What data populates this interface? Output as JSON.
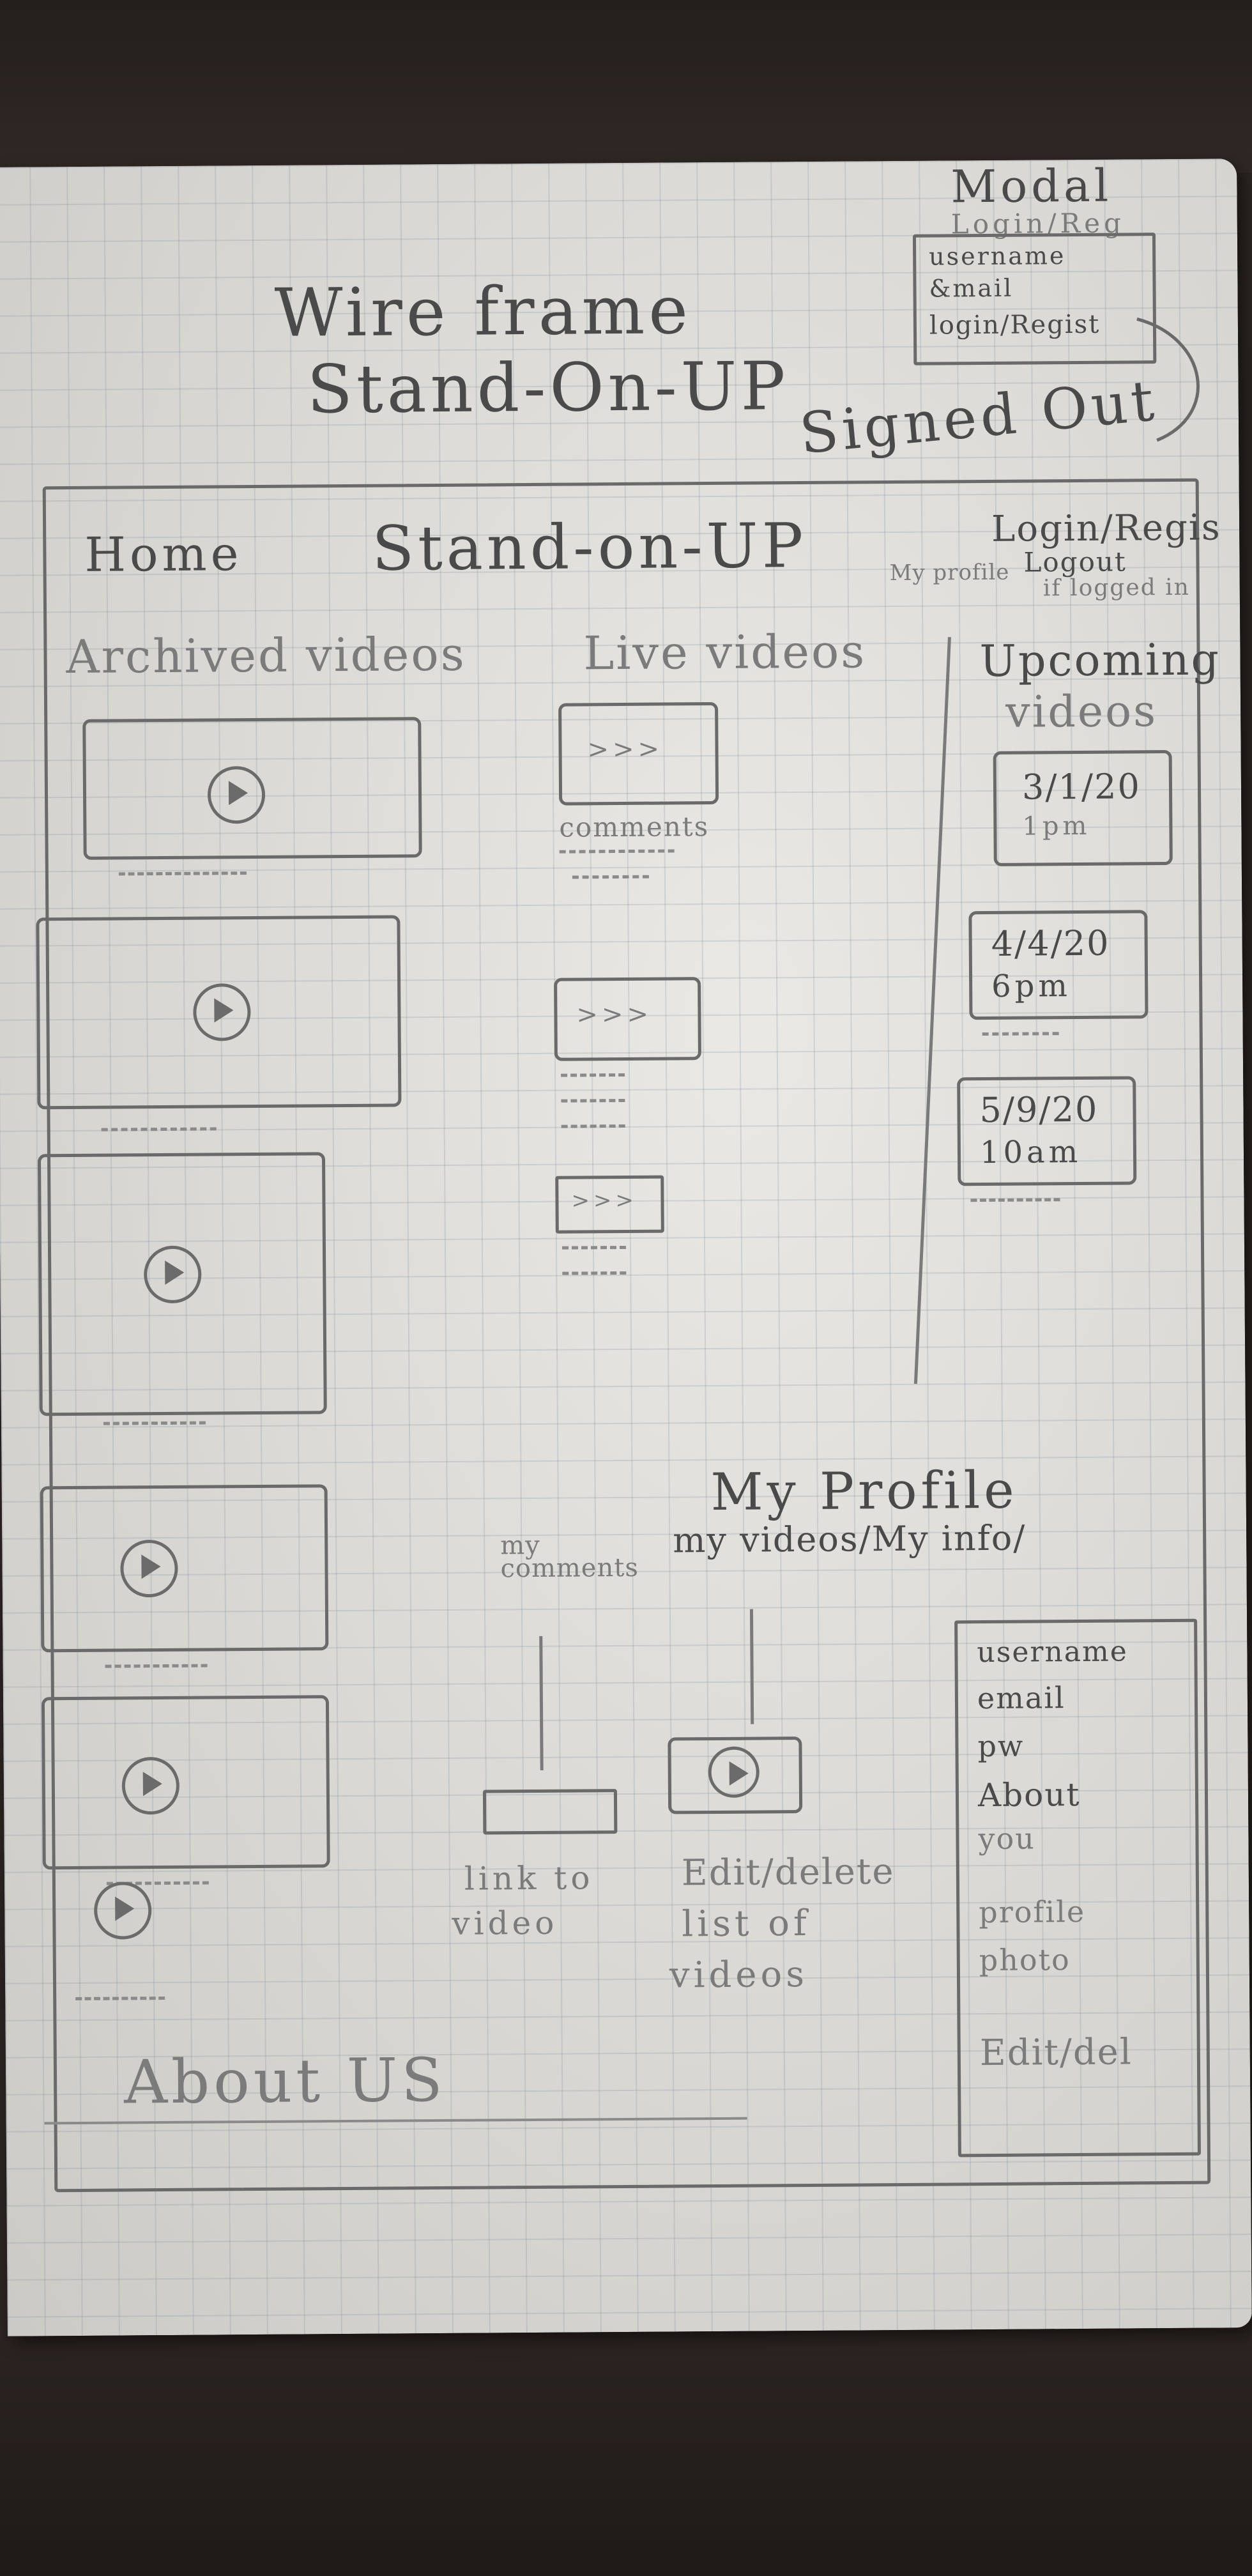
{
  "header": {
    "title_line1": "Wire frame",
    "title_line2": "Stand-On-UP",
    "signed_out": "Signed Out"
  },
  "modal": {
    "title": "Modal",
    "subtitle": "Login/Reg",
    "username": "username",
    "email": "&mail",
    "action": "login/Regist"
  },
  "nav": {
    "home": "Home",
    "brand": "Stand-on-UP",
    "login": "Login/Regis",
    "my_profile": "My profile",
    "logout": "Logout",
    "if_logged_in": "if logged in"
  },
  "columns": {
    "archived": "Archived videos",
    "live": "Live videos",
    "upcoming_line1": "Upcoming",
    "upcoming_line2": "videos",
    "comments": "comments"
  },
  "upcoming": [
    {
      "date": "3/1/20",
      "time": "1pm"
    },
    {
      "date": "4/4/20",
      "time": "6pm"
    },
    {
      "date": "5/9/20",
      "time": "10am"
    }
  ],
  "profile": {
    "title": "My Profile",
    "tabs": "my videos/My info/",
    "my_comments": "my comments",
    "link_to": "link to",
    "video": "video",
    "edit_delete": "Edit/delete",
    "list_of": "list of",
    "videos": "videos",
    "fields": [
      "username",
      "email",
      "pw",
      "About",
      "you",
      "profile",
      "photo"
    ],
    "edit_del": "Edit/del"
  },
  "footer": {
    "about": "About US"
  }
}
